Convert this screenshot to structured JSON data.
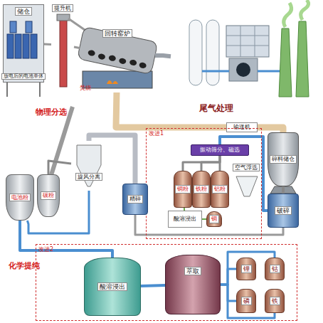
{
  "diagram": {
    "nodes": [
      {
        "text": [
          "储仓",
          "放电后的电池单体"
        ]
      },
      {
        "text": [
          "提升机"
        ]
      },
      {
        "text": [
          "回转窑炉",
          "焚烧"
        ]
      },
      {
        "text": [
          "尾气处理"
        ]
      },
      {
        "text": [
          "输送机"
        ]
      },
      {
        "text": [
          "碎料储仓"
        ]
      },
      {
        "text": [
          "破碎"
        ]
      },
      {
        "text": [
          "改进1"
        ]
      },
      {
        "text": [
          "振动筛分、磁选"
        ],
        "in": 7
      },
      {
        "text": [
          "铜粉"
        ],
        "in": 7
      },
      {
        "text": [
          "铁粉"
        ],
        "in": 7
      },
      {
        "text": [
          "铝粉"
        ],
        "in": 7
      },
      {
        "text": [
          "空气浮选"
        ],
        "in": 7
      },
      {
        "text": [
          "酸溶浸出"
        ],
        "in": 7
      },
      {
        "text": [
          "铜"
        ],
        "in": 7
      },
      {
        "text": [
          "精碎"
        ]
      },
      {
        "text": [
          "旋风分离"
        ]
      },
      {
        "text": [
          "电池粉"
        ]
      },
      {
        "text": [
          "碳粉"
        ]
      },
      {
        "text": [
          "改进2"
        ]
      },
      {
        "text": [
          "酸溶浸出"
        ],
        "in": 19
      },
      {
        "text": [
          "萃取"
        ],
        "in": 19
      },
      {
        "text": [
          "锂"
        ],
        "in": 19
      },
      {
        "text": [
          "钴"
        ],
        "in": 19
      },
      {
        "text": [
          "磷"
        ],
        "in": 19
      },
      {
        "text": [
          "铁"
        ],
        "in": 19
      }
    ],
    "edges": [
      {
        "from": 0,
        "to": 1,
        "arrow": "none"
      },
      {
        "from": 1,
        "to": 2,
        "arrow": "none"
      },
      {
        "from": 2,
        "to": 3,
        "arrow": "none"
      },
      {
        "from": 2,
        "to": 4,
        "arrow": "none"
      },
      {
        "from": 4,
        "to": 5,
        "arrow": "none"
      },
      {
        "from": 5,
        "to": 6,
        "arrow": "none"
      },
      {
        "from": 6,
        "to": 8,
        "arrow": "none"
      },
      {
        "from": 8,
        "to": 9,
        "arrow": "none"
      },
      {
        "from": 8,
        "to": 10,
        "arrow": "none"
      },
      {
        "from": 8,
        "to": 11,
        "arrow": "none"
      },
      {
        "from": 9,
        "to": 13,
        "arrow": "none"
      },
      {
        "from": 13,
        "to": 14,
        "arrow": "none"
      },
      {
        "from": 6,
        "to": 15,
        "arrow": "none"
      },
      {
        "from": 15,
        "to": 16,
        "arrow": "none"
      },
      {
        "from": 16,
        "to": 17,
        "arrow": "none"
      },
      {
        "from": 16,
        "to": 18,
        "arrow": "none"
      },
      {
        "from": 17,
        "to": 20,
        "arrow": "none"
      },
      {
        "from": 20,
        "to": 21,
        "arrow": "none"
      },
      {
        "from": 21,
        "to": 22,
        "arrow": "none"
      },
      {
        "from": 21,
        "to": 23,
        "arrow": "none"
      },
      {
        "from": 21,
        "to": 24,
        "arrow": "none"
      },
      {
        "from": 21,
        "to": 25,
        "arrow": "none"
      }
    ],
    "labels": [
      "物理分选",
      "化学提纯"
    ]
  }
}
